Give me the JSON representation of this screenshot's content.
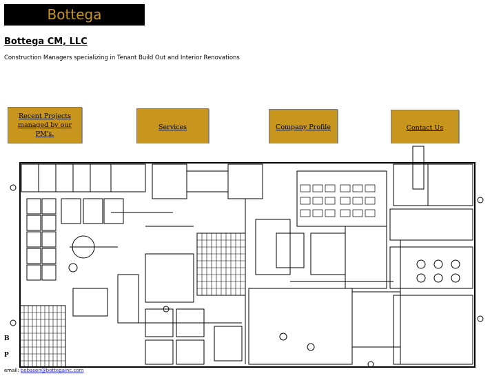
{
  "header": {
    "logo_text": "Bottega",
    "company_name": "Bottega CM, LLC",
    "tagline": "Construction Managers specializing in Tenant Build Out and Interior Renovations"
  },
  "nav": {
    "recent_projects": "Recent Projects managed by our PM's.",
    "services": "Services",
    "company_profile": "Company Profile",
    "contact_us": "Contact Us"
  },
  "footer": {
    "letter_b": "B",
    "letter_p": "P",
    "email_label": "email:",
    "email_link": "bobasen@bottegainc.com"
  },
  "colors": {
    "accent_gold": "#c9961d",
    "logo_bg": "#000000",
    "link_blue": "#1a1ad4"
  },
  "icons": {
    "floor_plan": "architectural-floor-plan-image"
  }
}
